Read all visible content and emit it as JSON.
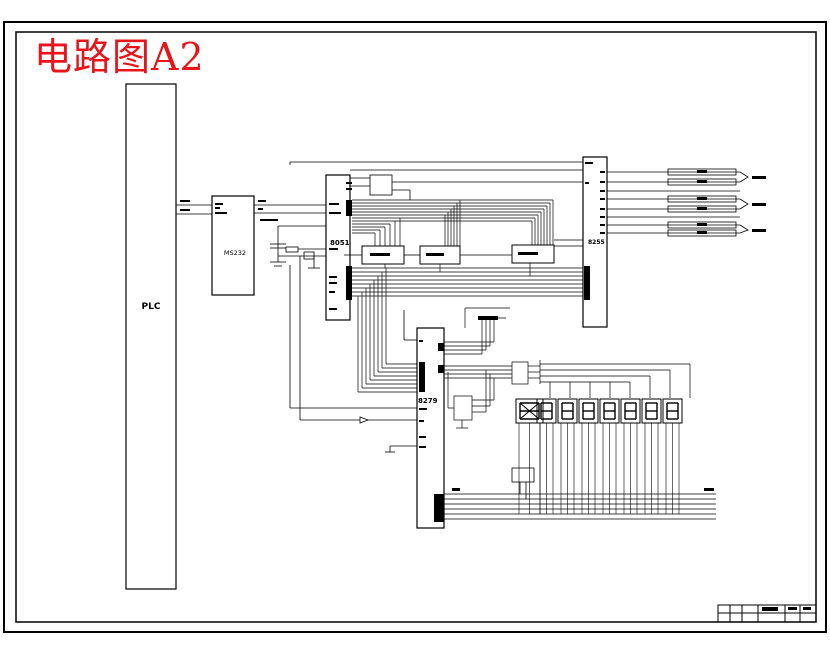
{
  "title": "电路图A2",
  "labels": {
    "plc": "PLC",
    "max232": "MS232",
    "mcu": "8051",
    "ppi": "8255",
    "kdc": "8279"
  },
  "colors": {
    "title": "#e8141b",
    "line": "#000000",
    "background": "#ffffff"
  },
  "display": {
    "digit_count": 8
  }
}
